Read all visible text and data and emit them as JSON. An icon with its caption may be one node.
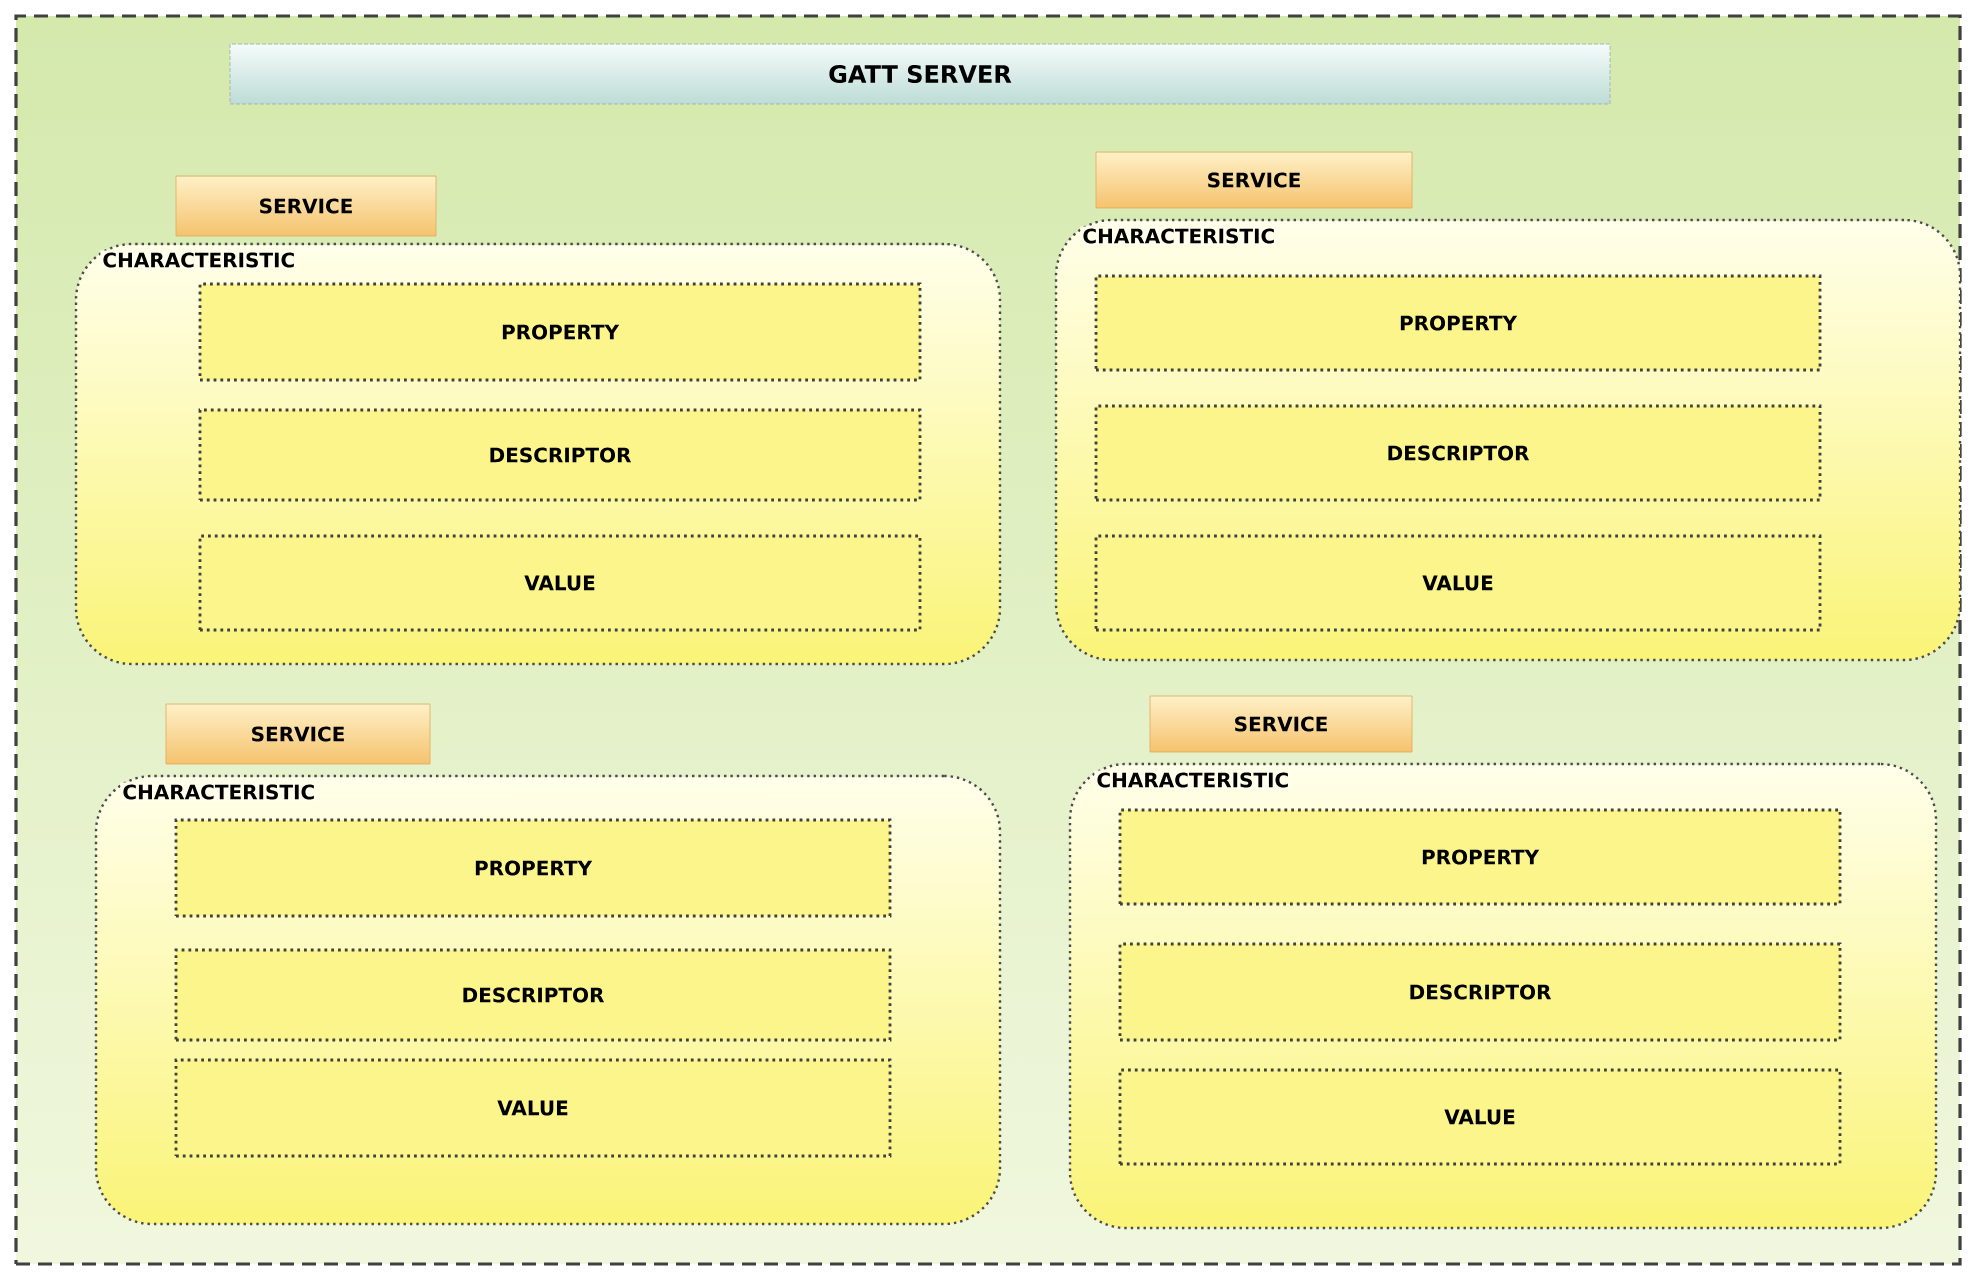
{
  "diagram": {
    "nodes": [
      {
        "text": [],
        "shape": "box"
      },
      {
        "text": [
          "GATT SERVER"
        ],
        "in": 0
      },
      {
        "text": [
          "SERVICE"
        ],
        "in": 0
      },
      {
        "text": [
          "CHARACTERISTIC"
        ],
        "in": 0
      },
      {
        "text": [
          "PROPERTY"
        ],
        "in": 3
      },
      {
        "text": [
          "DESCRIPTOR"
        ],
        "in": 3
      },
      {
        "text": [
          "VALUE"
        ],
        "in": 3
      },
      {
        "text": [
          "SERVICE"
        ],
        "in": 0
      },
      {
        "text": [
          "CHARACTERISTIC"
        ],
        "in": 0
      },
      {
        "text": [
          "PROPERTY"
        ],
        "in": 8
      },
      {
        "text": [
          "DESCRIPTOR"
        ],
        "in": 8
      },
      {
        "text": [
          "VALUE"
        ],
        "in": 8
      },
      {
        "text": [
          "SERVICE"
        ],
        "in": 0
      },
      {
        "text": [
          "CHARACTERISTIC"
        ],
        "in": 0
      },
      {
        "text": [
          "PROPERTY"
        ],
        "in": 13
      },
      {
        "text": [
          "DESCRIPTOR"
        ],
        "in": 13
      },
      {
        "text": [
          "VALUE"
        ],
        "in": 13
      },
      {
        "text": [
          "SERVICE"
        ],
        "in": 0
      },
      {
        "text": [
          "CHARACTERISTIC"
        ],
        "in": 0
      },
      {
        "text": [
          "PROPERTY"
        ],
        "in": 18
      },
      {
        "text": [
          "DESCRIPTOR"
        ],
        "in": 18
      },
      {
        "text": [
          "VALUE"
        ],
        "in": 18
      }
    ]
  }
}
